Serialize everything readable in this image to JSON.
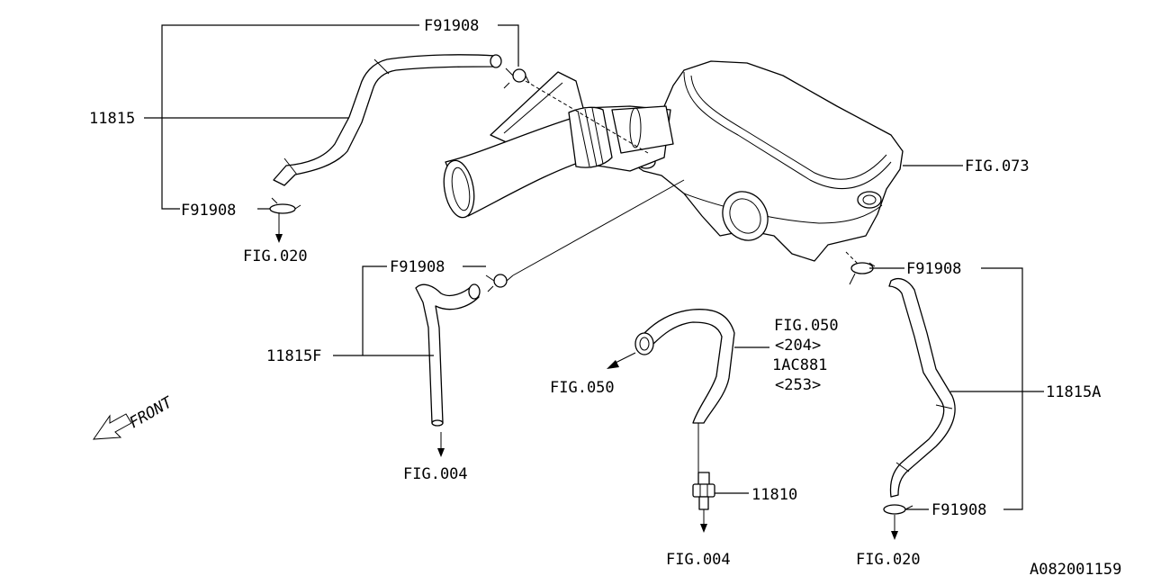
{
  "labels": {
    "f91908_top": "F91908",
    "f91908_left": "F91908",
    "f91908_mid": "F91908",
    "f91908_right_top": "F91908",
    "f91908_right_bottom": "F91908",
    "part_11815": "11815",
    "part_11815f": "11815F",
    "part_11815a": "11815A",
    "part_11810": "11810",
    "fig_073": "FIG.073",
    "fig_020_left": "FIG.020",
    "fig_020_right": "FIG.020",
    "fig_004_mid": "FIG.004",
    "fig_004_bottom": "FIG.004",
    "fig_050_arrow": "FIG.050",
    "fig_050_note": "FIG.050",
    "note_204": "<204>",
    "note_1ac881": "1AC881",
    "note_253": "<253>",
    "front": "FRONT",
    "diagram_id": "A082001159"
  },
  "icons": [
    "front-arrow-icon",
    "hose-clamp-icon",
    "flow-arrow-icon",
    "pcv-valve-icon"
  ]
}
